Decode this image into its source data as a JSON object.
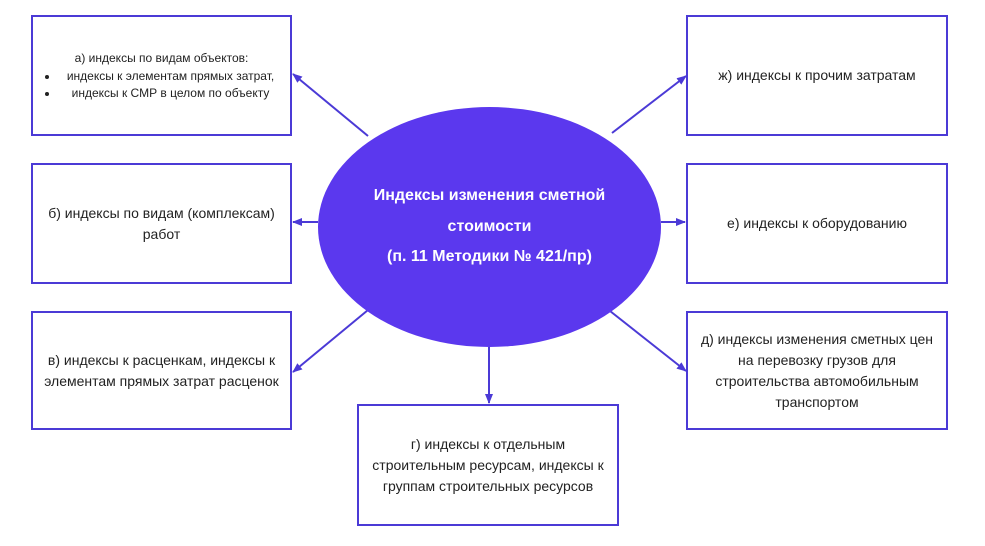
{
  "center": {
    "lines": [
      "Индексы изменения сметной",
      "стоимости",
      "(п. 11 Методики № 421/пр)"
    ]
  },
  "boxes": {
    "a": {
      "title": "а) индексы по видам объектов:",
      "items": [
        "индексы к элементам прямых затрат,",
        "индексы к СМР в целом по объекту"
      ]
    },
    "b": {
      "text": "б) индексы по видам (комплексам) работ"
    },
    "v": {
      "text": "в) индексы к расценкам, индексы к элементам прямых затрат расценок"
    },
    "g": {
      "text": "г) индексы к отдельным строительным ресурсам, индексы к группам строительных ресурсов"
    },
    "d": {
      "text": "д) индексы изменения сметных цен на перевозку грузов для строительства автомобильным транспортом"
    },
    "e": {
      "text": "е) индексы к оборудованию"
    },
    "zh": {
      "text": "ж) индексы к прочим затратам"
    }
  },
  "colors": {
    "accent": "#5b38ee",
    "border": "#4b3ad6",
    "text": "#222222"
  }
}
